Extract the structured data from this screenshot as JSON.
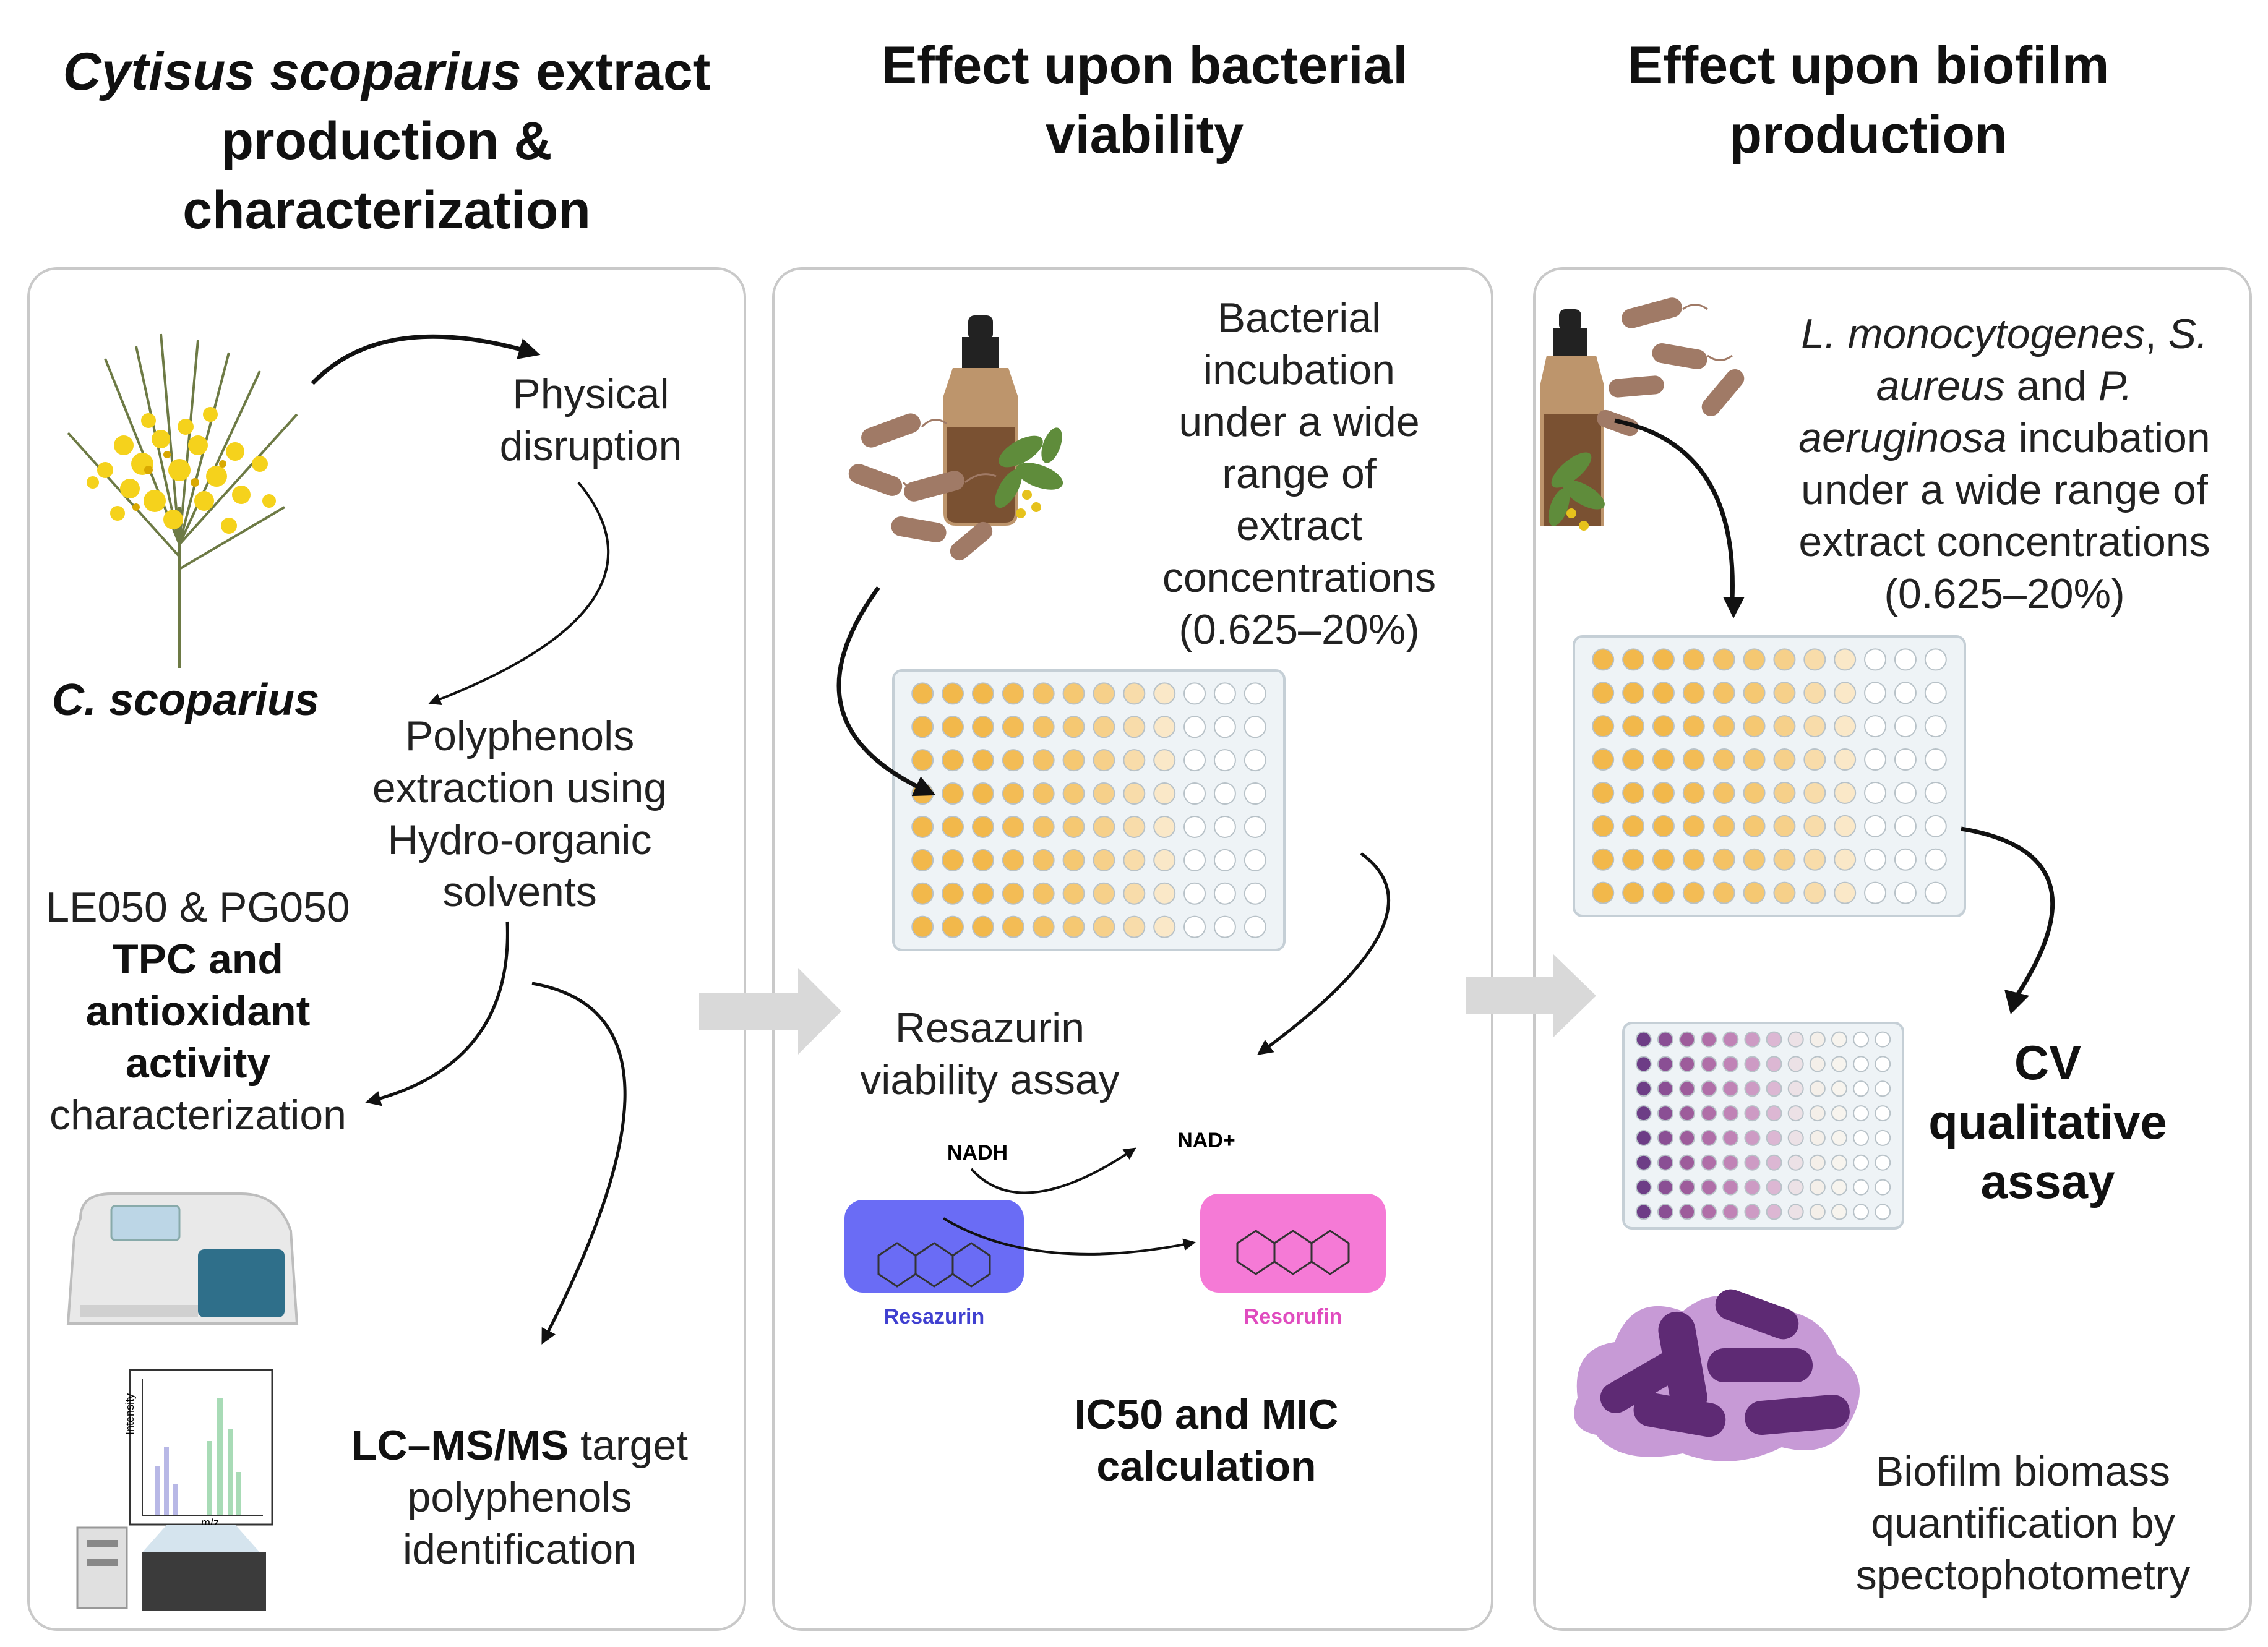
{
  "titles": {
    "col1_italic": "Cytisus scoparius",
    "col1_rest_line1": " extract",
    "col1_line2": "production &",
    "col1_line3": "characterization",
    "col2_line1": "Effect upon bacterial",
    "col2_line2": "viability",
    "col3_line1": "Effect upon biofilm",
    "col3_line2": "production"
  },
  "panel1": {
    "plant_label": "C. scoparius",
    "step1_line1": "Physical",
    "step1_line2": "disruption",
    "step2_line1": "Polyphenols",
    "step2_line2": "extraction using",
    "step2_line3": "Hydro-organic",
    "step2_line4": "solvents",
    "extracts": "LE050 & PG050",
    "tpc_line1": "TPC and",
    "tpc_line2": "antioxidant",
    "tpc_line3": "activity",
    "tpc_line4": "characterization",
    "lcms_bold": "LC–MS/MS",
    "lcms_rest": " target",
    "lcms_line2": "polyphenols",
    "lcms_line3": "identification",
    "chart_ylabel": "Intensity",
    "chart_xlabel": "m/z"
  },
  "panel2": {
    "incub_line1": "Bacterial",
    "incub_line2": "incubation",
    "incub_line3": "under a wide",
    "incub_line4": "range of",
    "incub_line5": "extract",
    "incub_line6": "concentrations",
    "incub_line7": "(0.625–20%)",
    "assay_line1": "Resazurin",
    "assay_line2": "viability assay",
    "nadh": "NADH",
    "nad": "NAD+",
    "resazurin": "Resazurin",
    "resorufin": "Resorufin",
    "calc_line1": "IC50 and MIC",
    "calc_line2": "calculation",
    "resazurin_color": "#6a6cf5",
    "resorufin_color": "#f57ad6"
  },
  "panel3": {
    "species_1": "L. monocytogenes",
    "species_sep1": ", ",
    "species_2a": "S.",
    "species_2b": "aureus",
    "species_and": " and ",
    "species_3a": "P.",
    "species_3b": "aeruginosa",
    "incub_rest1": " incubation",
    "incub_line4": "under a wide range of",
    "incub_line5": "extract concentrations",
    "incub_line6": "(0.625–20%)",
    "cv_line1": "CV",
    "cv_line2": "qualitative",
    "cv_line3": "assay",
    "bio_line1": "Biofilm biomass",
    "bio_line2": "quantification by",
    "bio_line3": "spectophotometry"
  },
  "colors": {
    "well_fill": "#f2b84b",
    "bacteria": "#a07a66",
    "crystal_violet": "#7b3b8e",
    "arrow_gray": "#d9d9d9"
  }
}
